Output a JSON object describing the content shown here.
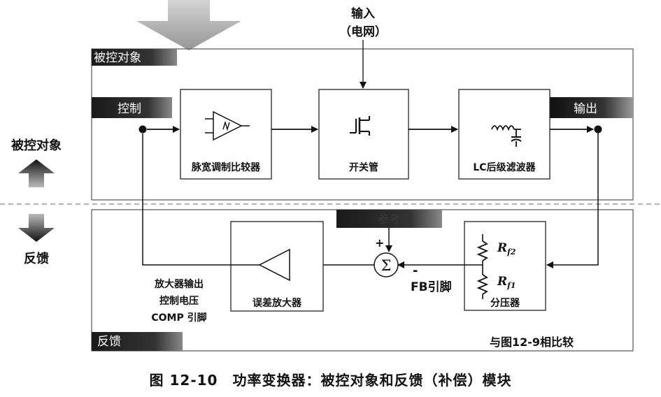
{
  "input": {
    "line1": "输入",
    "line2": "（电网）"
  },
  "plant_region": {
    "label": "被控对象"
  },
  "feedback_region": {
    "label": "反馈"
  },
  "tabs": {
    "control": "控制",
    "output": "输出",
    "reference": "参考"
  },
  "blocks": {
    "pwm": "脉宽调制比较器",
    "switch": "开关管",
    "lc_filter": "LC后级滤波器",
    "divider": "分压器",
    "error_amp": "误差放大器"
  },
  "side": {
    "plant": "被控对象",
    "feedback": "反馈"
  },
  "signs": {
    "plus": "+",
    "minus": "-"
  },
  "sum_symbol": "Σ",
  "fb_pin": "FB引脚",
  "resistors": {
    "r2_main": "R",
    "r2_sub": "f2",
    "r1_main": "R",
    "r1_sub": "f1"
  },
  "amp_output": {
    "line1": "放大器输出",
    "line2": "控制电压",
    "line3": "COMP 引脚"
  },
  "compare_note": "与图12-9相比较",
  "caption": "图 12-10　功率变换器：被控对象和反馈（补偿）模块"
}
